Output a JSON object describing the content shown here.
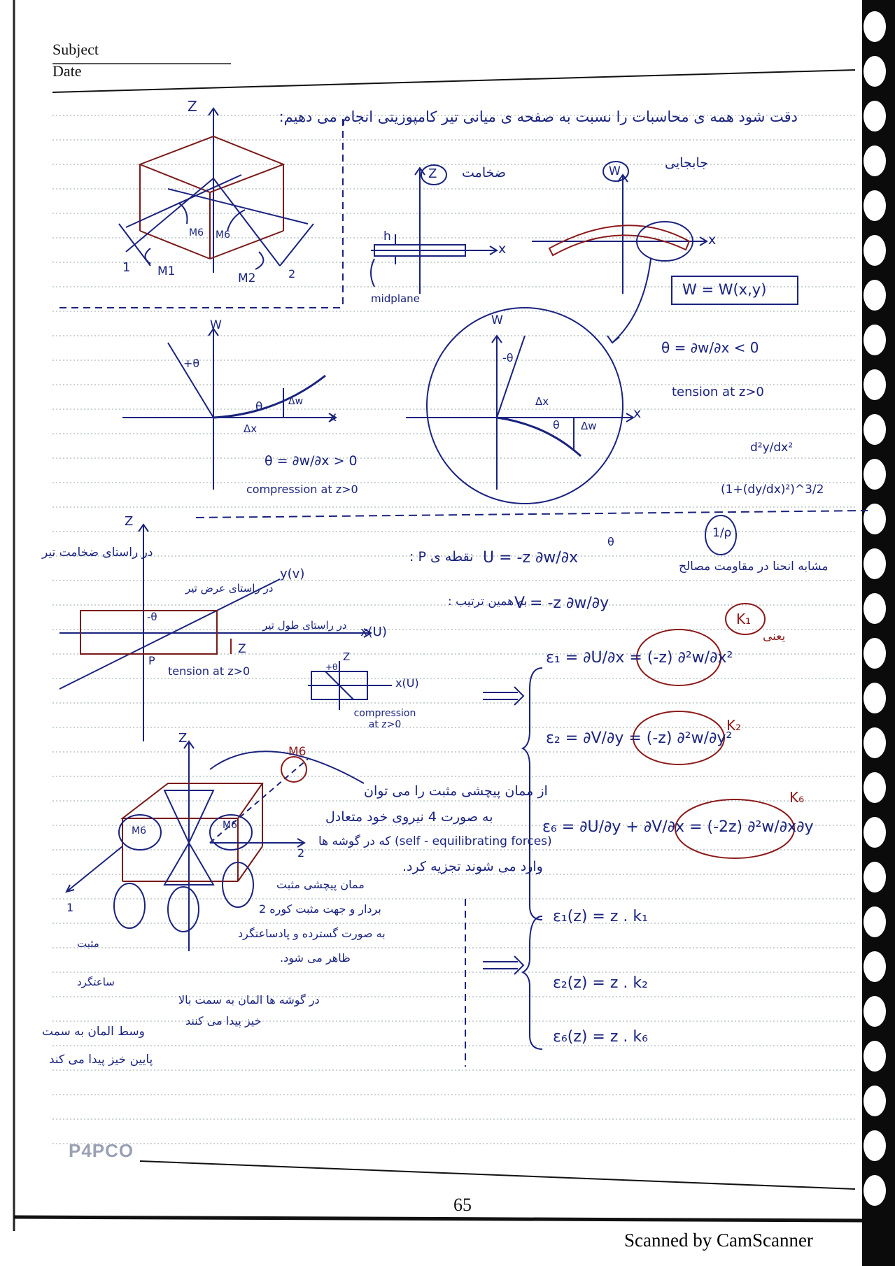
{
  "header": {
    "subject_label": "Subject",
    "date_label": "Date"
  },
  "brand": "P4PCO",
  "page_number": "65",
  "footer": "Scanned by CamScanner",
  "diagram1": {
    "z": "Z",
    "m6a": "M6",
    "m6b": "M6",
    "ax1": "1",
    "m1": "M1",
    "m2": "M2",
    "ax2": "2"
  },
  "intro_fa": "دقت شود همه ی محاسبات را نسبت به صفحه ی میانی تیر کامپوزیتی انجام می دهیم:",
  "diagram2": {
    "z": "Z",
    "zeta": "ضخامت",
    "w": "W",
    "w_fa": "جابجایی",
    "h": "h",
    "x": "x",
    "midplane": "midplane",
    "x2": "x",
    "w_func": "W = W(x,y)"
  },
  "diagram3": {
    "w": "W",
    "theta_pos": "+θ",
    "theta": "θ",
    "dw": "Δw",
    "dx": "Δx",
    "x": "x",
    "eq": "θ = ∂w/∂x > 0",
    "caption": "compression at z>0"
  },
  "diagram4": {
    "w": "W",
    "theta_neg": "-θ",
    "dx": "Δx",
    "theta": "θ",
    "dw": "Δw",
    "x": "x",
    "eq": "θ = ∂w/∂x < 0",
    "caption": "tension at z>0"
  },
  "curvature": {
    "num": "d²y/dx²",
    "den": "(1+(dy/dx)²)^3/2",
    "one_over": "1/ρ",
    "note_fa": "مشابه انحنا در مقاومت مصالح"
  },
  "diagram5": {
    "z": "Z",
    "width_fa": "در راستای ضخامت تیر",
    "y": "y(v)",
    "width2_fa": "در راستای عرض تیر",
    "theta": "-θ",
    "length_fa": "در راستای طول تیر",
    "x": "x(U)",
    "zdown": "Z",
    "p": "P",
    "caption": "tension at z>0",
    "inset_z": "Z",
    "inset_theta": "+θ",
    "inset_x": "x(U)",
    "inset_caption": "compression at z>0"
  },
  "displacements": {
    "u_fa": "نقطه ی P :",
    "u": "U = -z ∂w/∂x",
    "u_theta": "θ",
    "v_fa": "به همین ترتیب :",
    "v": "V = -z ∂w/∂y"
  },
  "strains": {
    "e1": "ε₁ = ∂U/∂x = (-z) ∂²w/∂x²",
    "k1": "K₁",
    "k1_fa": "یعنی",
    "e2": "ε₂ = ∂V/∂y = (-z) ∂²w/∂y²",
    "k2": "K₂",
    "e6": "ε₆ = ∂U/∂y + ∂V/∂x = (-2z) ∂²w/∂x∂y",
    "k6": "K₆"
  },
  "diagram6": {
    "z": "Z",
    "m6top": "M6",
    "m6l": "M6",
    "m6r": "M6",
    "ax1": "1",
    "ax2": "2",
    "n1_fa": "از ممان پیچشی مثبت را می توان",
    "n2_fa": "به صورت 4 نیروی خود متعادل",
    "n3_fa": "(self - equilibrating forces) که در گوشه ها",
    "n4_fa": "وارد می شوند تجزیه کرد.",
    "n5_fa": "ممان پیچشی مثبت",
    "n6_fa": "بردار و جهت مثبت کوره 2",
    "n7_fa": "به صورت گسترده و پادساعتگرد",
    "n8_fa": "ظاهر می شود.",
    "n9_fa": "در گوشه ها المان به سمت بالا",
    "n10_fa": "خیز پیدا می کنند",
    "n11_fa": "وسط المان به سمت",
    "n12_fa": "پایین خیز پیدا می کند",
    "n13_fa": "مثبت",
    "n14_fa": "ساعتگرد"
  },
  "summary": {
    "l1": "ε₁(z) = z . k₁",
    "l2": "ε₂(z) = z . k₂",
    "l3": "ε₆(z) = z . k₆"
  }
}
